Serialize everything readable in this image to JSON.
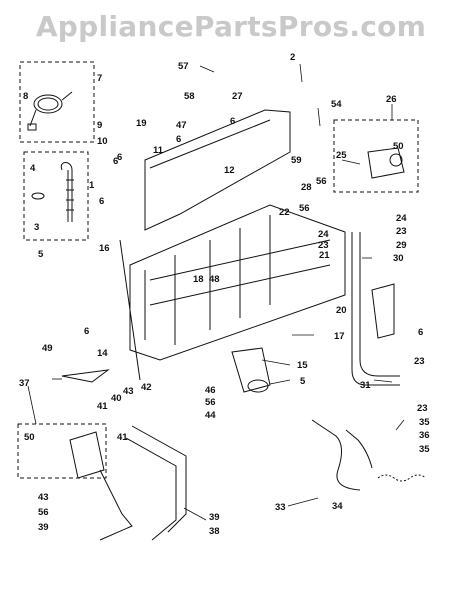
{
  "watermark": "AppliancePartsPros.com",
  "callouts": [
    {
      "id": "c57",
      "text": "57"
    },
    {
      "id": "c2",
      "text": "2"
    },
    {
      "id": "c7",
      "text": "7"
    },
    {
      "id": "c8",
      "text": "8"
    },
    {
      "id": "c58",
      "text": "58"
    },
    {
      "id": "c27",
      "text": "27"
    },
    {
      "id": "c54",
      "text": "54"
    },
    {
      "id": "c26",
      "text": "26"
    },
    {
      "id": "c9",
      "text": "9"
    },
    {
      "id": "c19",
      "text": "19"
    },
    {
      "id": "c47",
      "text": "47"
    },
    {
      "id": "c6a",
      "text": "6"
    },
    {
      "id": "c10",
      "text": "10"
    },
    {
      "id": "c6b",
      "text": "6"
    },
    {
      "id": "c6c",
      "text": "6"
    },
    {
      "id": "c11",
      "text": "11"
    },
    {
      "id": "c50a",
      "text": "50"
    },
    {
      "id": "c4",
      "text": "4"
    },
    {
      "id": "c6d",
      "text": "6"
    },
    {
      "id": "c59",
      "text": "59"
    },
    {
      "id": "c25",
      "text": "25"
    },
    {
      "id": "c12",
      "text": "12"
    },
    {
      "id": "c1",
      "text": "1"
    },
    {
      "id": "c56a",
      "text": "56"
    },
    {
      "id": "c28",
      "text": "28"
    },
    {
      "id": "c6e",
      "text": "6"
    },
    {
      "id": "c56b",
      "text": "56"
    },
    {
      "id": "c24a",
      "text": "24"
    },
    {
      "id": "c22",
      "text": "22"
    },
    {
      "id": "c3",
      "text": "3"
    },
    {
      "id": "c24b",
      "text": "24"
    },
    {
      "id": "c23a",
      "text": "23"
    },
    {
      "id": "c23b",
      "text": "23"
    },
    {
      "id": "c29",
      "text": "29"
    },
    {
      "id": "c5a",
      "text": "5"
    },
    {
      "id": "c16",
      "text": "16"
    },
    {
      "id": "c30",
      "text": "30"
    },
    {
      "id": "c21",
      "text": "21"
    },
    {
      "id": "c18",
      "text": "18"
    },
    {
      "id": "c48",
      "text": "48"
    },
    {
      "id": "c20",
      "text": "20"
    },
    {
      "id": "c6f",
      "text": "6"
    },
    {
      "id": "c17",
      "text": "17"
    },
    {
      "id": "c6g",
      "text": "6"
    },
    {
      "id": "c49",
      "text": "49"
    },
    {
      "id": "c14",
      "text": "14"
    },
    {
      "id": "c15",
      "text": "15"
    },
    {
      "id": "c23c",
      "text": "23"
    },
    {
      "id": "c37",
      "text": "37"
    },
    {
      "id": "c5b",
      "text": "5"
    },
    {
      "id": "c42",
      "text": "42"
    },
    {
      "id": "c43a",
      "text": "43"
    },
    {
      "id": "c46",
      "text": "46"
    },
    {
      "id": "c31",
      "text": "31"
    },
    {
      "id": "c40",
      "text": "40"
    },
    {
      "id": "c56c",
      "text": "56"
    },
    {
      "id": "c23d",
      "text": "23"
    },
    {
      "id": "c41a",
      "text": "41"
    },
    {
      "id": "c44",
      "text": "44"
    },
    {
      "id": "c35a",
      "text": "35"
    },
    {
      "id": "c41b",
      "text": "41"
    },
    {
      "id": "c50b",
      "text": "50"
    },
    {
      "id": "c36",
      "text": "36"
    },
    {
      "id": "c35b",
      "text": "35"
    },
    {
      "id": "c43b",
      "text": "43"
    },
    {
      "id": "c56d",
      "text": "56"
    },
    {
      "id": "c33",
      "text": "33"
    },
    {
      "id": "c34",
      "text": "34"
    },
    {
      "id": "c39a",
      "text": "39"
    },
    {
      "id": "c39b",
      "text": "39"
    },
    {
      "id": "c38",
      "text": "38"
    }
  ]
}
